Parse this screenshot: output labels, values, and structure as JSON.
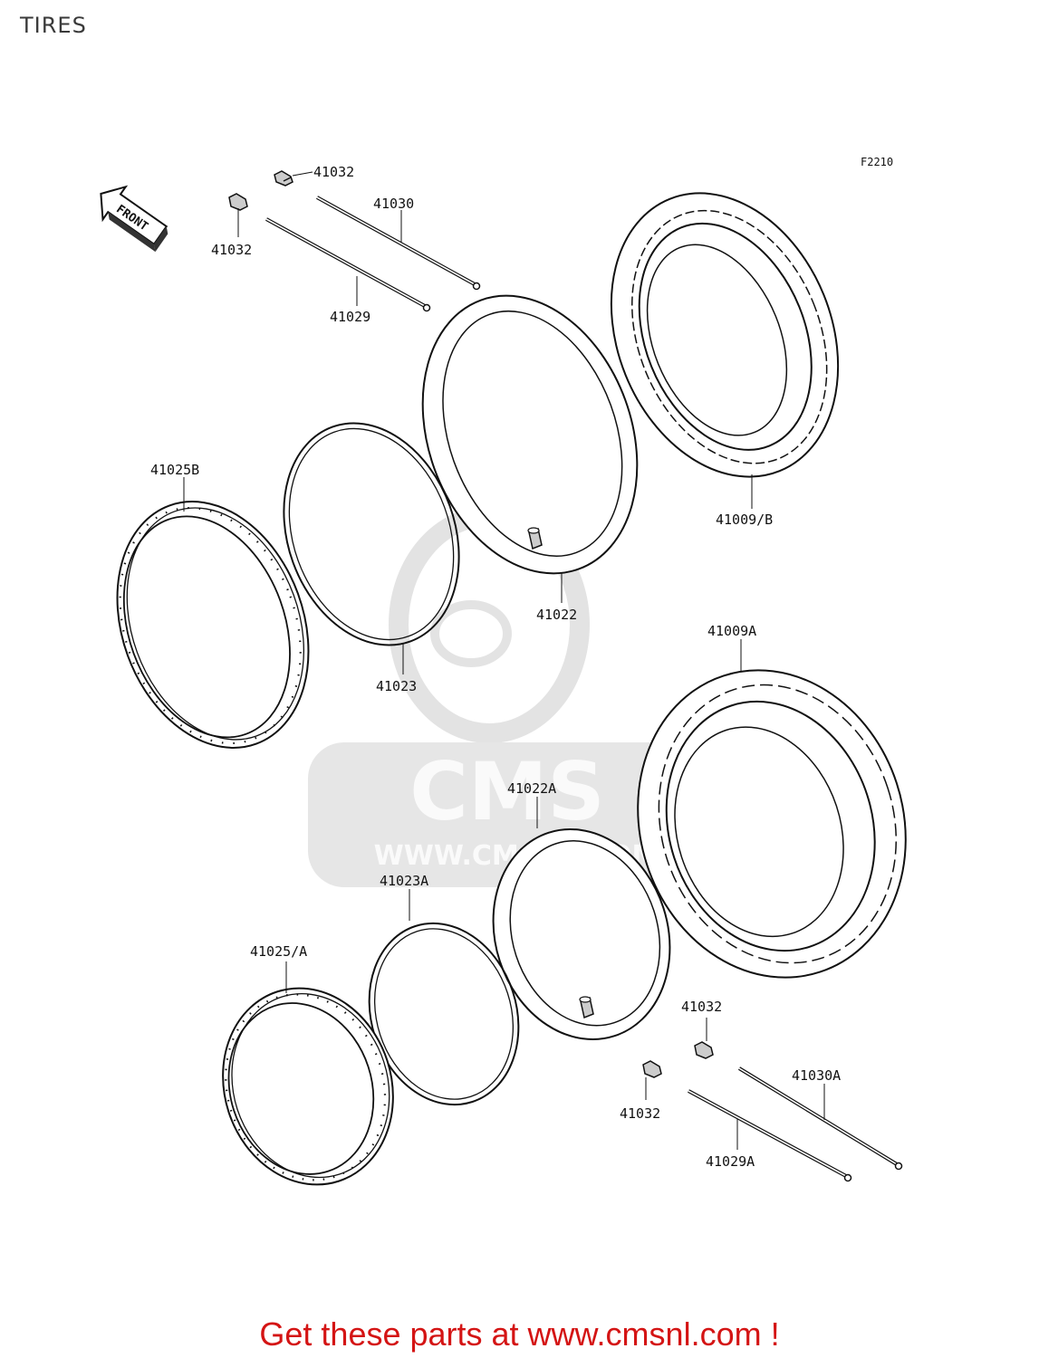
{
  "page": {
    "title": "TIRES",
    "figure_code": "F2210"
  },
  "front_indicator": {
    "text": "FRONT"
  },
  "watermark": {
    "logo_text": "CMS",
    "url_text": "WWW.CMSNL.COM"
  },
  "callouts": {
    "valve_cap_top_right": "41032",
    "valve_cap_top_left": "41032",
    "rod_top_upper": "41030",
    "rod_top_lower": "41029",
    "rim_front": "41025B",
    "rim_band_front": "41023",
    "tube_front": "41022",
    "tire_front": "41009/B",
    "tire_rear": "41009A",
    "tube_rear": "41022A",
    "rim_band_rear": "41023A",
    "rim_rear": "41025/A",
    "valve_cap_bottom_upper": "41032",
    "valve_cap_bottom_lower": "41032",
    "rod_bottom_upper": "41030A",
    "rod_bottom_lower": "41029A"
  },
  "footer": {
    "cta": "Get these parts at www.cmsnl.com !"
  },
  "colors": {
    "footer_text": "#d41414",
    "watermark": "#e6e6e6",
    "line": "#111111"
  }
}
